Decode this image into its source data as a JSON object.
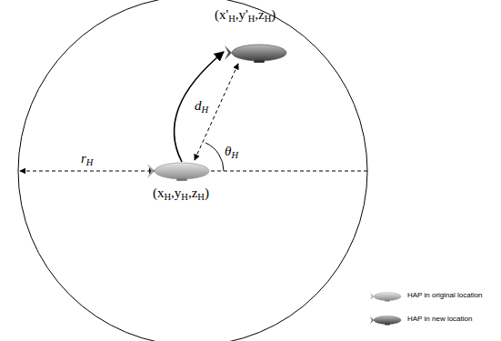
{
  "diagram": {
    "labels": [
      "(x'H,y'H,zH)",
      "dH",
      "θH",
      "rH",
      "(xH,yH,zH)"
    ],
    "legend": [
      {
        "text": "HAP in original location"
      },
      {
        "text": "HAP in new location"
      }
    ]
  }
}
